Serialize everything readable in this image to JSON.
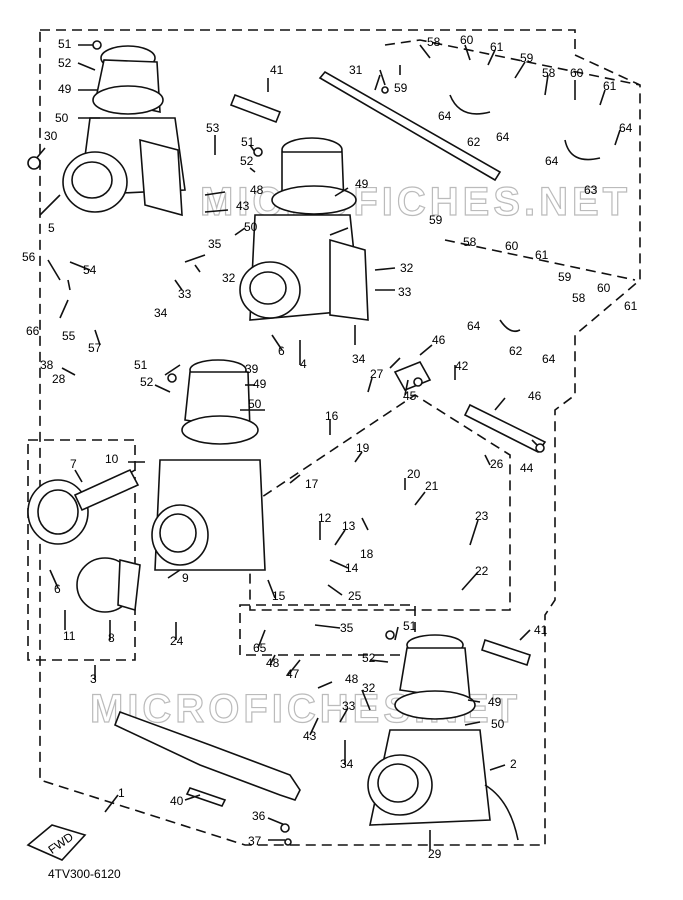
{
  "diagram": {
    "drawing_code": "4TV300-6120",
    "direction_tag": "FWD",
    "watermark_top": "MICROFICHES.NET",
    "watermark_bottom": "MICROFICHES.NET",
    "part_labels": [
      "1",
      "2",
      "3",
      "4",
      "5",
      "6",
      "6",
      "7",
      "8",
      "9",
      "10",
      "11",
      "12",
      "13",
      "14",
      "15",
      "16",
      "17",
      "18",
      "19",
      "20",
      "21",
      "22",
      "23",
      "24",
      "25",
      "26",
      "27",
      "28",
      "29",
      "30",
      "31",
      "32",
      "32",
      "32",
      "33",
      "33",
      "33",
      "34",
      "34",
      "34",
      "35",
      "35",
      "36",
      "37",
      "38",
      "39",
      "40",
      "41",
      "41",
      "42",
      "43",
      "43",
      "44",
      "45",
      "46",
      "46",
      "47",
      "48",
      "48",
      "48",
      "49",
      "49",
      "49",
      "49",
      "50",
      "50",
      "50",
      "50",
      "51",
      "51",
      "51",
      "51",
      "52",
      "52",
      "52",
      "52",
      "53",
      "54",
      "55",
      "56",
      "57",
      "58",
      "58",
      "58",
      "58",
      "59",
      "59",
      "59",
      "59",
      "60",
      "60",
      "60",
      "60",
      "61",
      "61",
      "61",
      "61",
      "62",
      "62",
      "63",
      "64",
      "64",
      "64",
      "64",
      "64",
      "64",
      "65",
      "66"
    ]
  }
}
